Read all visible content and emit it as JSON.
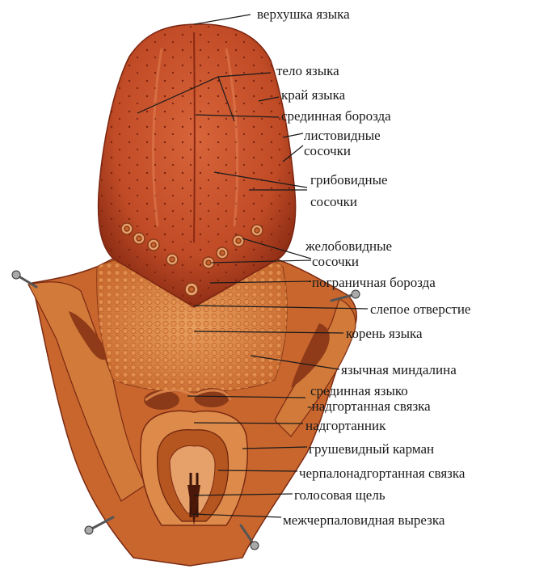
{
  "labels": {
    "apex": "верхушка языка",
    "body": "тело языка",
    "margin": "край языка",
    "median_sulcus": "срединная борозда",
    "foliate_1": "листовидные",
    "foliate_2": "сосочки",
    "fungiform_1": "грибовидные",
    "fungiform_2": "сосочки",
    "vallate_1": "желобовидные",
    "vallate_2": "сосочки",
    "terminal_sulcus": "пограничная борозда",
    "foramen_cecum": "слепое отверстие",
    "root": "корень языка",
    "lingual_tonsil": "язычная миндалина",
    "median_fold_1": "срединная языко",
    "median_fold_2": "-надгортанная связка",
    "epiglottis": "надгортанник",
    "piriform_recess": "грушевидный карман",
    "aryepiglottic_fold": "черпалонадгортанная связка",
    "rima_glottidis": "голосовая щель",
    "interarytenoid_notch": "межчерпаловидная вырезка"
  },
  "colors": {
    "tongue_body": "#c4502a",
    "tongue_dark": "#8a2a14",
    "root_tissue": "#d9823f",
    "leader_line": "#1a1a1a"
  }
}
